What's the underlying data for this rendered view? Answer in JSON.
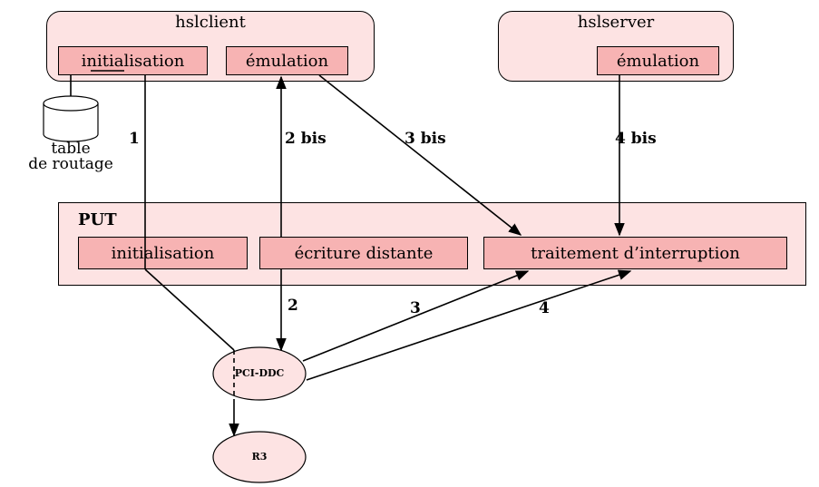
{
  "hslclient": {
    "title": "hslclient",
    "init_label": "initialisation",
    "emul_label": "émulation"
  },
  "hslserver": {
    "title": "hslserver",
    "emul_label": "émulation"
  },
  "routing_table": {
    "label_line1": "table",
    "label_line2": "de routage"
  },
  "put": {
    "title": "PUT",
    "init_label": "initialisation",
    "remote_write_label": "écriture distante",
    "interrupt_label": "traitement d’interruption"
  },
  "nodes": {
    "pci": "PCI-DDC",
    "r3": "R3"
  },
  "arrows": {
    "a1": "1",
    "a2bis": "2 bis",
    "a3bis": "3 bis",
    "a4bis": "4 bis",
    "a2": "2",
    "a3": "3",
    "a4": "4"
  }
}
